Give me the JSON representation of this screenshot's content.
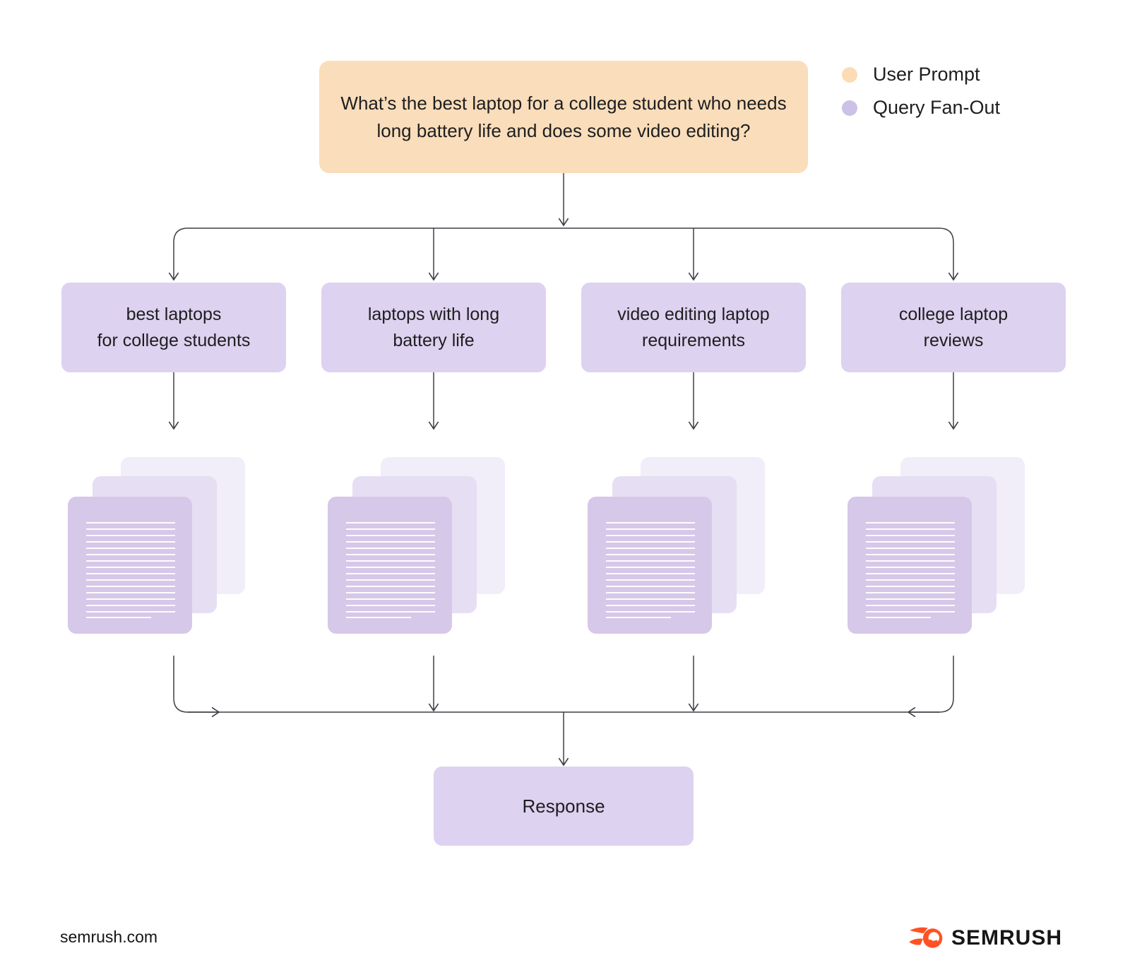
{
  "prompt": {
    "text": "What’s the best laptop for a college student who needs long battery life and does some video editing?"
  },
  "legend": {
    "items": [
      {
        "label": "User Prompt",
        "color": "#FBDCB4"
      },
      {
        "label": "Query Fan-Out",
        "color": "#CCC2E7"
      }
    ]
  },
  "queries": [
    {
      "line1": "best laptops",
      "line2": "for college students"
    },
    {
      "line1": "laptops with long",
      "line2": "battery life"
    },
    {
      "line1": "video editing laptop",
      "line2": "requirements"
    },
    {
      "line1": "college laptop",
      "line2": "reviews"
    }
  ],
  "doc_stacks": {
    "count": 4,
    "pages_per_stack": 3
  },
  "response": {
    "label": "Response"
  },
  "footer": {
    "site": "semrush.com",
    "brand": "SEMRUSH"
  },
  "colors": {
    "user_prompt_fill": "#FADDBA",
    "query_fill": "#DDD2EF",
    "document_front": "#D6C8E9",
    "document_mid": "#E6DEF3",
    "document_back": "#F1EDF9",
    "connector": "#3F3F46",
    "brand_orange": "#FF5224",
    "text": "#1E1E20"
  }
}
